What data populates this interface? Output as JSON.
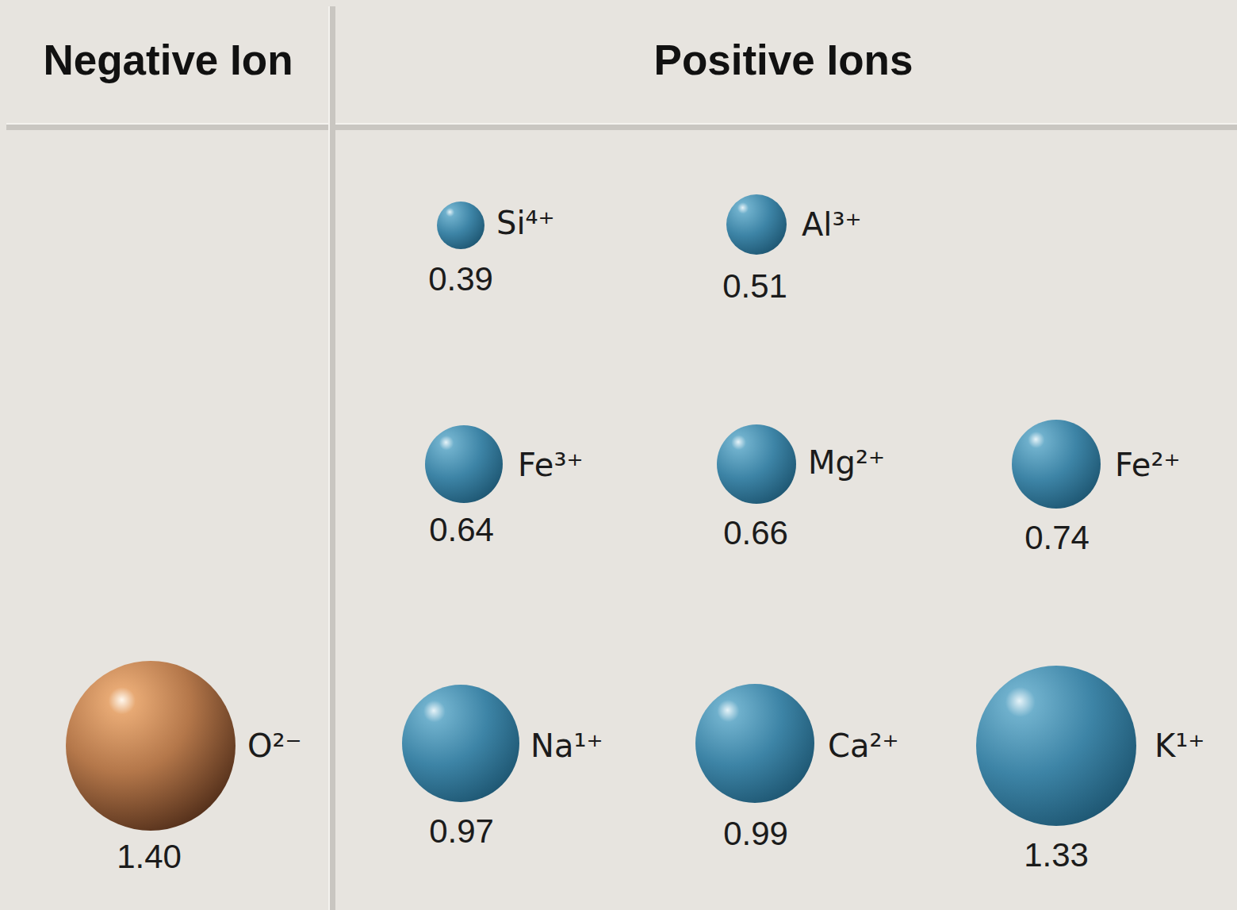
{
  "diagram": {
    "nodes": [
      {
        "text": [
          "Negative Ion"
        ]
      },
      {
        "text": [
          "Positive Ions"
        ]
      },
      {
        "text": [
          "O²⁻",
          "1.40"
        ],
        "in": 0
      },
      {
        "text": [
          "Si⁴⁺",
          "0.39"
        ],
        "in": 1
      },
      {
        "text": [
          "Al³⁺",
          "0.51"
        ],
        "in": 1
      },
      {
        "text": [
          "Fe³⁺",
          "0.64"
        ],
        "in": 1
      },
      {
        "text": [
          "Mg²⁺",
          "0.66"
        ],
        "in": 1
      },
      {
        "text": [
          "Fe²⁺",
          "0.74"
        ],
        "in": 1
      },
      {
        "text": [
          "Na¹⁺",
          "0.97"
        ],
        "in": 1
      },
      {
        "text": [
          "Ca²⁺",
          "0.99"
        ],
        "in": 1
      },
      {
        "text": [
          "K¹⁺",
          "1.33"
        ],
        "in": 1
      }
    ]
  }
}
